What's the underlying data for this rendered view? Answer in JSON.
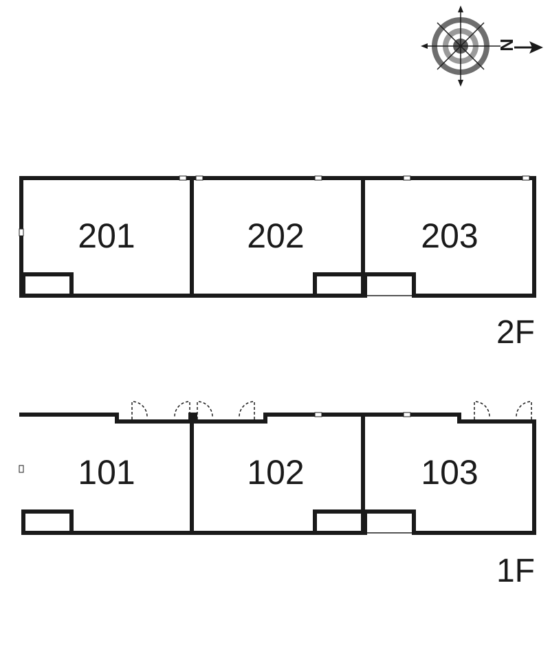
{
  "compass": {
    "letter": "N",
    "icon": "compass-rose-icon"
  },
  "floors": [
    {
      "label": "2F",
      "rooms": [
        {
          "number": "201"
        },
        {
          "number": "202"
        },
        {
          "number": "203"
        }
      ]
    },
    {
      "label": "1F",
      "rooms": [
        {
          "number": "101"
        },
        {
          "number": "102"
        },
        {
          "number": "103"
        }
      ]
    }
  ]
}
